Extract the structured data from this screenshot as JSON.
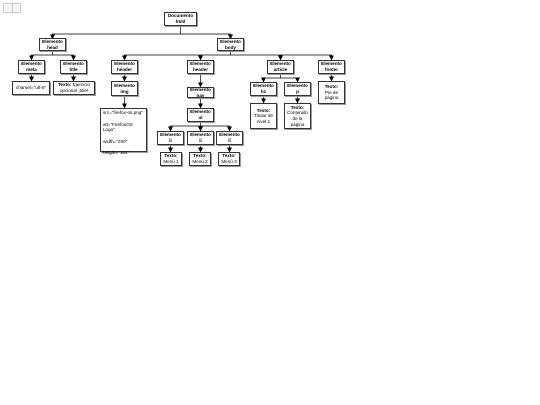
{
  "diagram": {
    "doc": {
      "line1": "Documento",
      "line2": "html"
    },
    "head": {
      "line1": "Elemento",
      "line2": "head"
    },
    "body": {
      "line1": "Elemento",
      "line2": "body"
    },
    "meta": {
      "line1": "Elemento",
      "line2": "meta"
    },
    "title": {
      "line1": "Elemento",
      "line2": "title"
    },
    "header1": {
      "line1": "Elemento",
      "line2": "header"
    },
    "header2": {
      "line1": "Elemento",
      "line2": "header"
    },
    "article": {
      "line1": "Elemento",
      "line2": "article"
    },
    "footer": {
      "line1": "Elemento",
      "line2": "footer"
    },
    "charset": "charset=\"utf-8\"",
    "title_text": {
      "label": "Texto:",
      "value": "Ejercicio opcional ¡title!"
    },
    "img": {
      "line1": "Elemento",
      "line2": "img"
    },
    "img_attrs": [
      "src=\"firefox-os.png\"",
      "alt=\"FirefoxOS Logo\"",
      "width=\"200\"",
      "height=\"164\""
    ],
    "nav": {
      "line1": "Elemento",
      "line2": "nav"
    },
    "ul": {
      "line1": "Elemento",
      "line2": "ul"
    },
    "li1": {
      "line1": "Elemento",
      "line2": "li"
    },
    "li2": {
      "line1": "Elemento",
      "line2": "li"
    },
    "li3": {
      "line1": "Elemento",
      "line2": "li"
    },
    "menu1": {
      "label": "Texto:",
      "value": "Menú 1"
    },
    "menu2": {
      "label": "Texto:",
      "value": "Menú 2"
    },
    "menu3": {
      "label": "Texto:",
      "value": "Menú 3"
    },
    "h1": {
      "line1": "Elemento",
      "line2": "h1"
    },
    "p": {
      "line1": "Elemento",
      "line2": "p"
    },
    "h1_text": {
      "label": "Texto:",
      "value": "Titular de nivel 1"
    },
    "p_text": {
      "label": "Texto:",
      "value": "Contenido de la página"
    },
    "footer_text": {
      "label": "Texto:",
      "value": "Pie de página"
    }
  }
}
